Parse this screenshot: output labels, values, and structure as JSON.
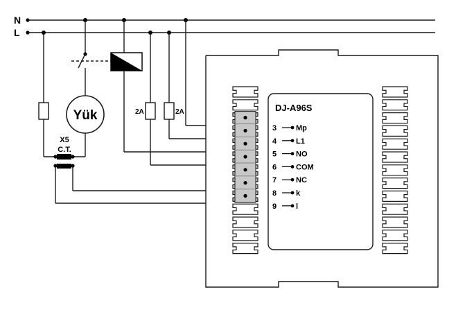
{
  "lines": {
    "neutral": "N",
    "live": "L"
  },
  "load": {
    "label": "Yük"
  },
  "fuses": [
    {
      "rating": "2A"
    },
    {
      "rating": "2A"
    }
  ],
  "current_transformer": {
    "name": "X5",
    "type": "C.T."
  },
  "device": {
    "model": "DJ-A96S",
    "terminals": [
      {
        "number": "3",
        "label": "Mp"
      },
      {
        "number": "4",
        "label": "L1"
      },
      {
        "number": "5",
        "label": "NO"
      },
      {
        "number": "6",
        "label": "COM"
      },
      {
        "number": "7",
        "label": "NC"
      },
      {
        "number": "8",
        "label": "k"
      },
      {
        "number": "9",
        "label": "l"
      }
    ]
  },
  "colors": {
    "line": "#1a1a1a",
    "terminal_fill": "#c8c8c8",
    "relay_fill": "#000000"
  }
}
